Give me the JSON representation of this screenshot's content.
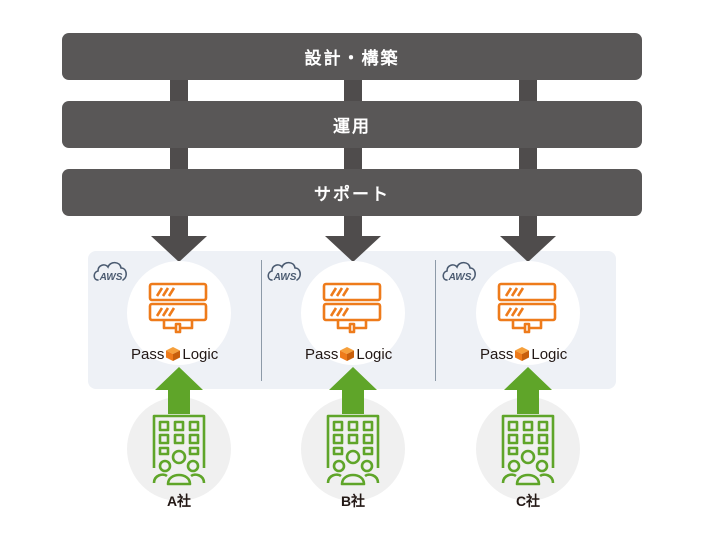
{
  "layers": [
    {
      "label": "設計・構築"
    },
    {
      "label": "運用"
    },
    {
      "label": "サポート"
    }
  ],
  "product": {
    "left": "Pass",
    "right": "Logic"
  },
  "cloud_label": "AWS",
  "companies": [
    {
      "label": "A社"
    },
    {
      "label": "B社"
    },
    {
      "label": "C社"
    }
  ],
  "colors": {
    "layer_bar": "#595757",
    "down_arrow": "#4f4c4c",
    "up_arrow": "#5fa529",
    "server_icon": "#ee7b1b",
    "panel": "#eef1f6"
  }
}
